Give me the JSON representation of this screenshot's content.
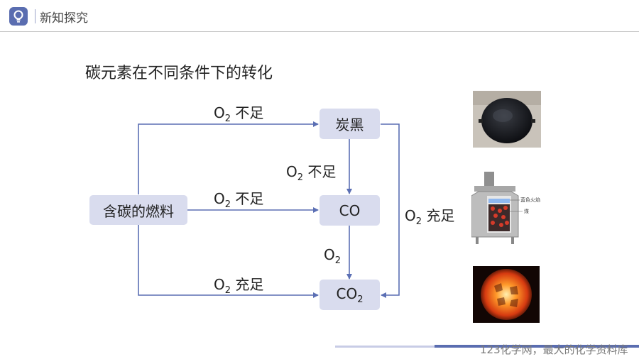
{
  "header": {
    "section_title": "新知探究"
  },
  "diagram": {
    "title": "碳元素在不同条件下的转化",
    "nodes": {
      "fuel": "含碳的燃料",
      "soot": "炭黑",
      "co": "CO",
      "co2_main": "CO",
      "co2_sub": "2"
    },
    "labels": {
      "top_o": "O",
      "top_sub": "2",
      "top_text": " 不足",
      "mid_o": "O",
      "mid_sub": "2",
      "mid_text": " 不足",
      "bottom_o": "O",
      "bottom_sub": "2",
      "bottom_text": " 充足",
      "soot_co_o": "O",
      "soot_co_sub": "2",
      "soot_co_text": " 不足",
      "co_co2_o": "O",
      "co_co2_sub": "2",
      "right_o": "O",
      "right_sub": "2",
      "right_text": " 充足"
    },
    "colors": {
      "arrow": "#5b6fb4",
      "box": "#d9dcee"
    }
  },
  "images": {
    "stove_label_flame": "蓝色火焰",
    "stove_label_coal": "煤"
  },
  "footer": {
    "watermark": "123化学网，最大的化学资料库"
  }
}
